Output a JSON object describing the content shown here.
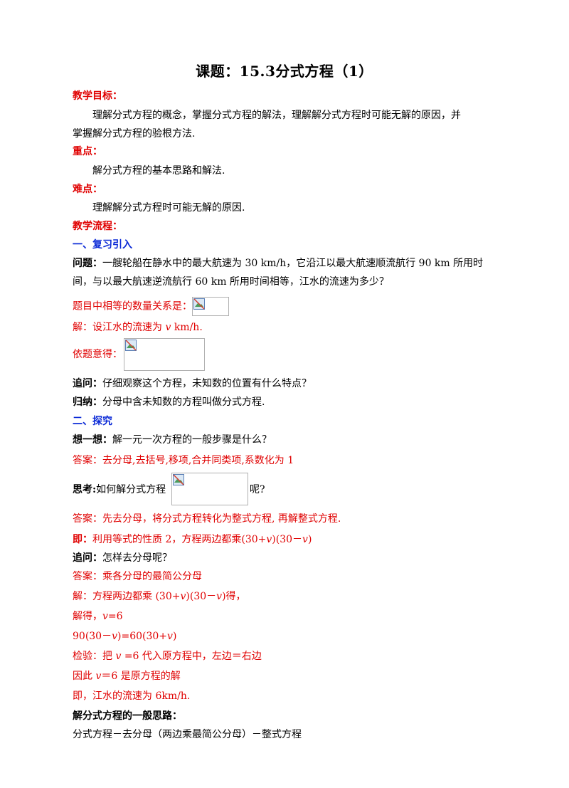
{
  "title": "课题：15.3分式方程（1）",
  "goal": {
    "label": "教学目标：",
    "text1": "理解分式方程的概念，掌握分式方程的解法，理解解分式方程时可能无解的原因，并",
    "text2": "掌握解分式方程的验根方法."
  },
  "key": {
    "label": "重点：",
    "text": "解分式方程的基本思路和解法."
  },
  "difficulty": {
    "label": "难点：",
    "text": "理解解分式方程时可能无解的原因."
  },
  "process_label": "教学流程：",
  "section1": {
    "heading": "一、复习引入",
    "q_label": "问题：",
    "q_text1": "一艘轮船在静水中的最大航速为 30 km/h，它沿江以最大航速顺流航行 90 km 所用时",
    "q_text2": "间，与以最大航速逆流航行 60 km 所用时间相等，江水的流速为多少？",
    "relation": "题目中相等的数量关系是：",
    "solve_prefix": "解：设江水的流速为 ",
    "solve_var": "v",
    "solve_suffix": " km/h.",
    "equation_label": "依题意得：",
    "followup_label": "追问：",
    "followup_text": "仔细观察这个方程，未知数的位置有什么特点？",
    "summary_label": "归纳：",
    "summary_text": "分母中含未知数的方程叫做分式方程."
  },
  "section2": {
    "heading": "二、探究",
    "think_label": "想一想：",
    "think_text": "解一元一次方程的一般步骤是什么？",
    "answer1": "答案：去分母,去括号,移项,合并同类项,系数化为 1",
    "ponder_label": "思考:",
    "ponder_text": "如何解分式方程",
    "ponder_end": "呢?",
    "answer2": "答案：先去分母，将分式方程转化为整式方程, 再解整式方程.",
    "ji_label": "即：",
    "ji_text_a": "利用等式的性质 2，方程两边都乘(30+",
    "ji_text_b": ")(30－",
    "ji_text_c": ")",
    "followup2_label": "追问：",
    "followup2_text": "怎样去分母呢？",
    "answer3": "答案：乘各分母的最简公分母",
    "sol_a": "解：方程两边都乘  (30+",
    "sol_b": ")(30－",
    "sol_c": ")得，",
    "solved_a": "解得，",
    "solved_b": "=6",
    "expr_a": "90(30－",
    "expr_b": ")=60(30+",
    "expr_c": ")",
    "check_a": "检验：把 ",
    "check_b": " =6 代入原方程中，左边＝右边",
    "thus_a": "因此 ",
    "thus_b": "＝6 是原方程的解",
    "conclusion": "即，江水的流速为 6km/h.",
    "general_label": "解分式方程的一般思路：",
    "general_text": "分式方程－去分母（两边乘最简公分母）－整式方程"
  }
}
